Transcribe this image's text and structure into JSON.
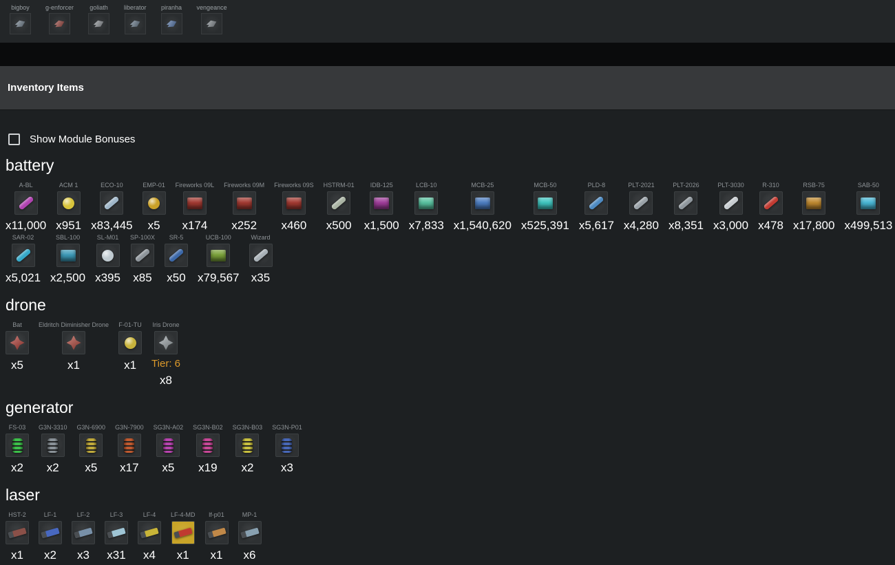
{
  "ship_bar": {
    "ships": [
      {
        "name": "bigboy",
        "color": "#6b7b8a"
      },
      {
        "name": "g-enforcer",
        "color": "#9a3c34"
      },
      {
        "name": "goliath",
        "color": "#8a8f94"
      },
      {
        "name": "liberator",
        "color": "#5f7386"
      },
      {
        "name": "piranha",
        "color": "#4a6fa8"
      },
      {
        "name": "vengeance",
        "color": "#7f868c"
      }
    ]
  },
  "header": {
    "title": "Inventory Items"
  },
  "filters": {
    "show_module_bonuses": {
      "label": "Show Module Bonuses",
      "checked": false
    }
  },
  "colors": {
    "background": "#1d2022",
    "header_bar": "#37393b",
    "tier_accent": "#dd9a2b",
    "label_gray": "#8d9296"
  },
  "sections": [
    {
      "name": "battery",
      "rows": [
        [
          {
            "label": "A-BL",
            "count": "x11,000",
            "kind": "rocket",
            "color": "#b043b0"
          },
          {
            "label": "ACM 1",
            "count": "x951",
            "kind": "sphere",
            "color": "#d8c43c"
          },
          {
            "label": "ECO-10",
            "count": "x83,445",
            "kind": "rocket",
            "color": "#9fb6c8"
          },
          {
            "label": "EMP-01",
            "count": "x5",
            "kind": "sphere",
            "color": "#c9a028"
          },
          {
            "label": "Fireworks 09L",
            "count": "x174",
            "kind": "box",
            "color": "#a33a32"
          },
          {
            "label": "Fireworks 09M",
            "count": "x252",
            "kind": "box",
            "color": "#a33a32"
          },
          {
            "label": "Fireworks 09S",
            "count": "x460",
            "kind": "box",
            "color": "#a33a32"
          },
          {
            "label": "HSTRM-01",
            "count": "x500",
            "kind": "rocket",
            "color": "#aab4a4"
          },
          {
            "label": "IDB-125",
            "count": "x1,500",
            "kind": "box",
            "color": "#a03d9b"
          },
          {
            "label": "LCB-10",
            "count": "x7,833",
            "kind": "box",
            "color": "#59c2a0"
          },
          {
            "label": "MCB-25",
            "count": "x1,540,620",
            "kind": "box",
            "color": "#4d7ec2"
          },
          {
            "label": "MCB-50",
            "count": "x525,391",
            "kind": "box",
            "color": "#3fc6c0"
          },
          {
            "label": "PLD-8",
            "count": "x5,617",
            "kind": "rocket",
            "color": "#4d8ac2"
          },
          {
            "label": "PLT-2021",
            "count": "x4,280",
            "kind": "rocket",
            "color": "#9aa2a8"
          },
          {
            "label": "PLT-2026",
            "count": "x8,351",
            "kind": "rocket",
            "color": "#8f979d"
          },
          {
            "label": "PLT-3030",
            "count": "x3,000",
            "kind": "rocket",
            "color": "#c7ccd0"
          },
          {
            "label": "R-310",
            "count": "x478",
            "kind": "rocket",
            "color": "#c23b32"
          },
          {
            "label": "RSB-75",
            "count": "x17,800",
            "kind": "box",
            "color": "#c08a30"
          },
          {
            "label": "SAB-50",
            "count": "x499,513",
            "kind": "box",
            "color": "#49b7d6"
          }
        ],
        [
          {
            "label": "SAR-02",
            "count": "x5,021",
            "kind": "rocket",
            "color": "#35a8c8"
          },
          {
            "label": "SBL-100",
            "count": "x2,500",
            "kind": "box",
            "color": "#3d9ab8"
          },
          {
            "label": "SL-M01",
            "count": "x395",
            "kind": "sphere",
            "color": "#bfcad0"
          },
          {
            "label": "SP-100X",
            "count": "x85",
            "kind": "rocket",
            "color": "#8d949a"
          },
          {
            "label": "SR-5",
            "count": "x50",
            "kind": "rocket",
            "color": "#3c68a8"
          },
          {
            "label": "UCB-100",
            "count": "x79,567",
            "kind": "box",
            "color": "#7ba23a"
          },
          {
            "label": "Wizard",
            "count": "x35",
            "kind": "rocket",
            "color": "#a8b0b6"
          }
        ]
      ]
    },
    {
      "name": "drone",
      "rows": [
        [
          {
            "label": "Bat",
            "count": "x5",
            "kind": "drone",
            "color": "#b03a32"
          },
          {
            "label": "Eldritch Diminisher Drone",
            "count": "x1",
            "kind": "drone",
            "color": "#b04438"
          },
          {
            "label": "F-01-TU",
            "count": "x1",
            "kind": "sphere",
            "color": "#c8b33c"
          },
          {
            "label": "Iris Drone",
            "tier": "Tier: 6",
            "count": "x8",
            "kind": "drone",
            "color": "#9aa2a6"
          }
        ]
      ]
    },
    {
      "name": "generator",
      "rows": [
        [
          {
            "label": "FS-03",
            "count": "x2",
            "kind": "generator",
            "color": "#3dc04a"
          },
          {
            "label": "G3N-3310",
            "count": "x2",
            "kind": "generator",
            "color": "#8a9298"
          },
          {
            "label": "G3N-6900",
            "count": "x5",
            "kind": "generator",
            "color": "#c0aa3c"
          },
          {
            "label": "G3N-7900",
            "count": "x17",
            "kind": "generator",
            "color": "#c05a30"
          },
          {
            "label": "SG3N-A02",
            "count": "x5",
            "kind": "generator",
            "color": "#b844b0"
          },
          {
            "label": "SG3N-B02",
            "count": "x19",
            "kind": "generator",
            "color": "#c84898"
          },
          {
            "label": "SG3N-B03",
            "count": "x2",
            "kind": "generator",
            "color": "#c8c040"
          },
          {
            "label": "SG3N-P01",
            "count": "x3",
            "kind": "generator",
            "color": "#4868b8"
          }
        ]
      ]
    },
    {
      "name": "laser",
      "rows": [
        [
          {
            "label": "HST-2",
            "count": "x1",
            "kind": "gun",
            "color": "#8a5048"
          },
          {
            "label": "LF-1",
            "count": "x2",
            "kind": "gun",
            "color": "#4868c0"
          },
          {
            "label": "LF-2",
            "count": "x3",
            "kind": "gun",
            "color": "#7890a8"
          },
          {
            "label": "LF-3",
            "count": "x31",
            "kind": "gun",
            "color": "#9ec4d4"
          },
          {
            "label": "LF-4",
            "count": "x4",
            "kind": "gun",
            "color": "#c8b438"
          },
          {
            "label": "LF-4-MD",
            "count": "x1",
            "kind": "gun",
            "color": "#c03a30",
            "bg": "#c8a428"
          },
          {
            "label": "lf-p01",
            "count": "x1",
            "kind": "gun",
            "color": "#c08848"
          },
          {
            "label": "MP-1",
            "count": "x6",
            "kind": "gun",
            "color": "#88a0b0"
          }
        ]
      ]
    }
  ]
}
